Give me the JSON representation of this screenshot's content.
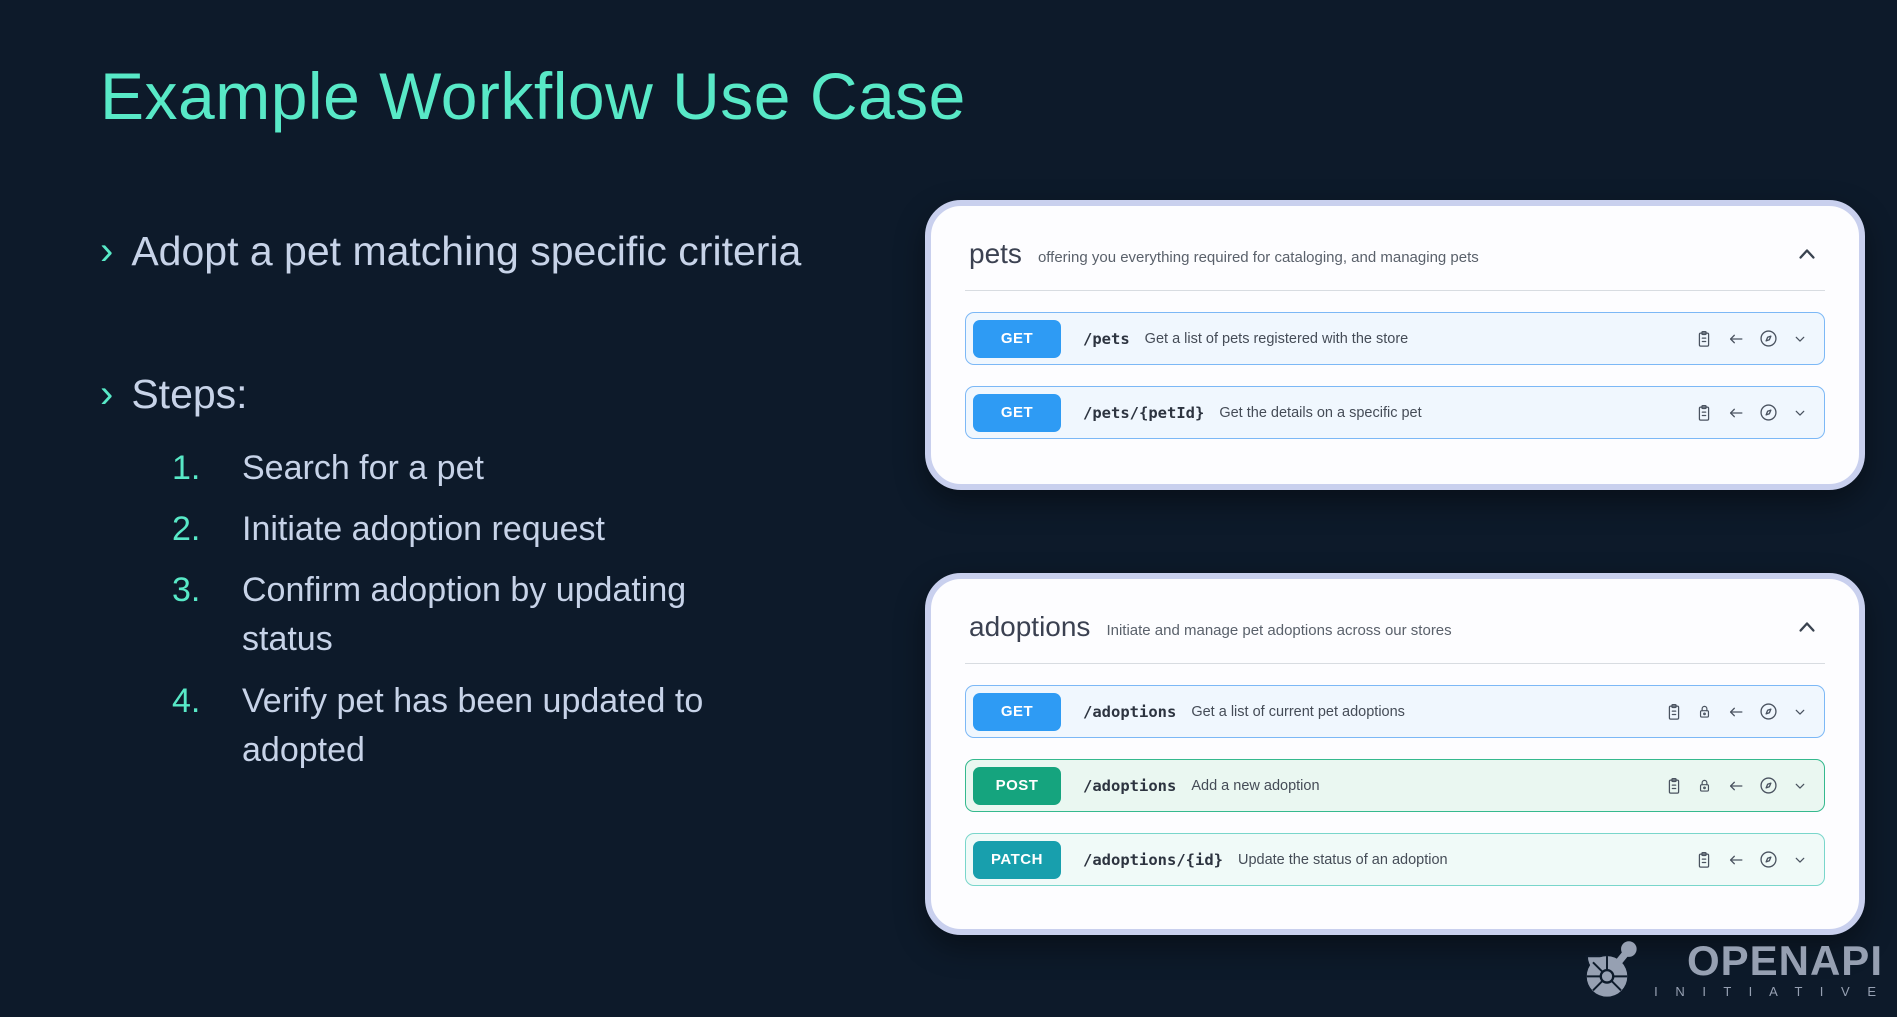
{
  "slide": {
    "title": "Example Workflow Use Case",
    "bullets": [
      {
        "marker": "›",
        "text": "Adopt a pet matching specific criteria"
      },
      {
        "marker": "›",
        "text": "Steps:"
      }
    ],
    "steps": [
      {
        "num": "1.",
        "text": "Search for a pet"
      },
      {
        "num": "2.",
        "text": "Initiate adoption request"
      },
      {
        "num": "3.",
        "text": "Confirm adoption by updating status"
      },
      {
        "num": "4.",
        "text": "Verify pet has been updated to adopted"
      }
    ]
  },
  "panels": [
    {
      "tag": "pets",
      "description": "offering you everything required for cataloging, and managing pets",
      "operations": [
        {
          "method": "GET",
          "path": "/pets",
          "summary": "Get a list of pets registered with the store"
        },
        {
          "method": "GET",
          "path": "/pets/{petId}",
          "summary": "Get the details on a specific pet"
        }
      ]
    },
    {
      "tag": "adoptions",
      "description": "Initiate and manage pet adoptions across our stores",
      "operations": [
        {
          "method": "GET",
          "path": "/adoptions",
          "summary": "Get a list of current pet adoptions"
        },
        {
          "method": "POST",
          "path": "/adoptions",
          "summary": "Add a new adoption"
        },
        {
          "method": "PATCH",
          "path": "/adoptions/{id}",
          "summary": "Update the status of an adoption"
        }
      ]
    }
  ],
  "logo": {
    "brand": "OPENAPI",
    "sub": "I N I T I A T I V E"
  },
  "colors": {
    "background": "#0d1a2a",
    "title_accent": "#58e9c7",
    "body_text": "#c7d3e8",
    "get": "#2e9bf4",
    "post": "#15a47e",
    "patch": "#189fad",
    "panel_border": "#c9d0ee"
  }
}
